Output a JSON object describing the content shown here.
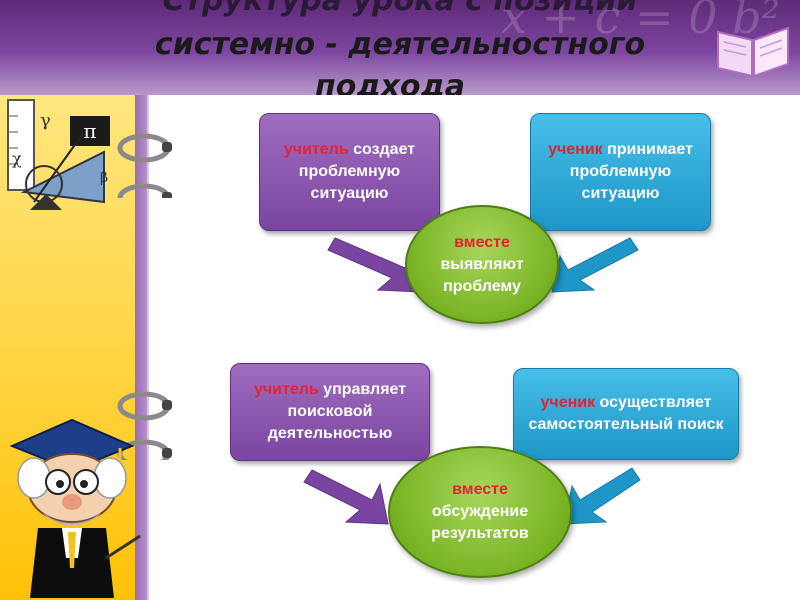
{
  "header": {
    "title_line1": "Структура урока с позиции",
    "title_line2": "системно - деятельностного",
    "title_line3": "подхода",
    "decor_formula": "x + c = 0  b²"
  },
  "diagram1": {
    "left_box": {
      "highlight": "учитель",
      "text": " создает проблемную ситуацию"
    },
    "right_box": {
      "highlight": "ученик",
      "text": " принимает проблемную ситуацию"
    },
    "center": {
      "highlight": "вместе",
      "text": " выявляют проблему"
    }
  },
  "diagram2": {
    "left_box": {
      "highlight": "учитель",
      "text": " управляет поисковой деятельностью"
    },
    "right_box": {
      "highlight": "ученик",
      "text": " осуществляет самостоятельный поиск"
    },
    "center": {
      "highlight": "вместе",
      "text": " обсуждение результатов"
    }
  },
  "colors": {
    "header": "#7d46a0",
    "sidebar": "#ffd23a",
    "purple_box": "#7a45a0",
    "blue_box": "#1e96c8",
    "green_circle": "#78b324",
    "highlight": "#e32232"
  }
}
